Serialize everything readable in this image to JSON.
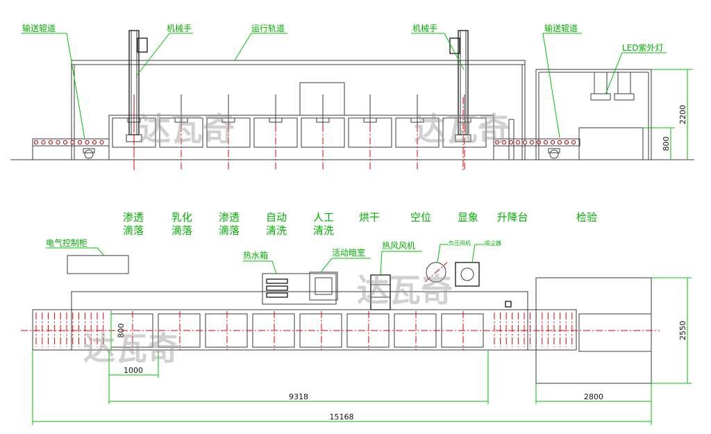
{
  "labels": {
    "roller_left": "输送辊道",
    "robot_left": "机械手",
    "track": "运行轨道",
    "robot_right": "机械手",
    "roller_right": "输送辊道",
    "led_lamp": "LED紫外灯",
    "control_cabinet": "电气控制柜",
    "hot_water_tank": "热水箱",
    "dark_room": "活动暗室",
    "hot_air_fan": "热风风机",
    "fan_small": "负压风机",
    "vacuum_small": "吸尘器"
  },
  "stations": [
    {
      "line1": "渗透",
      "line2": "滴落"
    },
    {
      "line1": "乳化",
      "line2": "滴落"
    },
    {
      "line1": "渗透",
      "line2": "滴落"
    },
    {
      "line1": "自动",
      "line2": "清洗"
    },
    {
      "line1": "人工",
      "line2": "清洗"
    },
    {
      "line1": "烘干",
      "line2": ""
    },
    {
      "line1": "空位",
      "line2": ""
    },
    {
      "line1": "显象",
      "line2": ""
    },
    {
      "line1": "升降台",
      "line2": ""
    },
    {
      "line1": "检验",
      "line2": ""
    }
  ],
  "dimensions": {
    "height_total": "2200",
    "height_table": "800",
    "station_depth": "800",
    "station_pitch": "1000",
    "tank_line_length": "9318",
    "inspection_length": "2800",
    "total_length": "15168",
    "width_total": "2550"
  },
  "watermark": "达瓦奇",
  "colors": {
    "annotation": "#00b000",
    "centerline": "#e00000",
    "outline": "#3a3a3a"
  }
}
